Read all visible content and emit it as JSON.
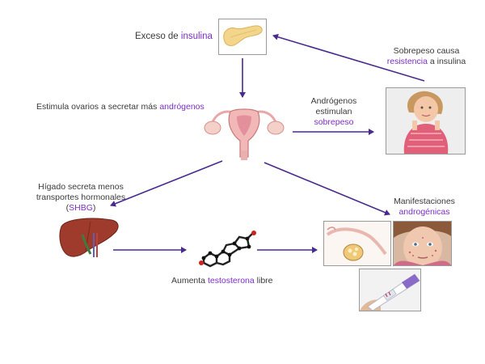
{
  "colors": {
    "accent": "#7a2fc4",
    "arrow": "#4a2a8c",
    "text": "#3a3a3a"
  },
  "nodes": {
    "insulin": {
      "pre": "Exceso de ",
      "hl": "insulina",
      "icon": "pancreas-icon"
    },
    "overweight": {
      "line1": "Sobrepeso causa",
      "hl": "resistencia",
      "post": " a insulina",
      "icon": "overweight-child-photo"
    },
    "ovaries": {
      "pre": "Estimula ovarios a secretar más ",
      "hl": "andrógenos",
      "icon": "uterus-ovaries-icon"
    },
    "androgens_weight": {
      "line1": "Andrógenos",
      "line2": "estimulan",
      "hl": "sobrepeso"
    },
    "liver": {
      "line1": "Hígado secreta menos",
      "line2": "transportes hormonales",
      "open": "(",
      "hl": "SHBG",
      "close": ")",
      "icon": "liver-icon"
    },
    "testosterone": {
      "pre": "Aumenta ",
      "hl": "testosterona",
      "post": " libre",
      "icon": "steroid-molecule-icon"
    },
    "manifestations": {
      "line1": "Manifestaciones",
      "hl": "androgénicas",
      "icons": [
        "ovary-cyst-diagram",
        "acne-face-photo",
        "pregnancy-test-photo"
      ]
    }
  }
}
